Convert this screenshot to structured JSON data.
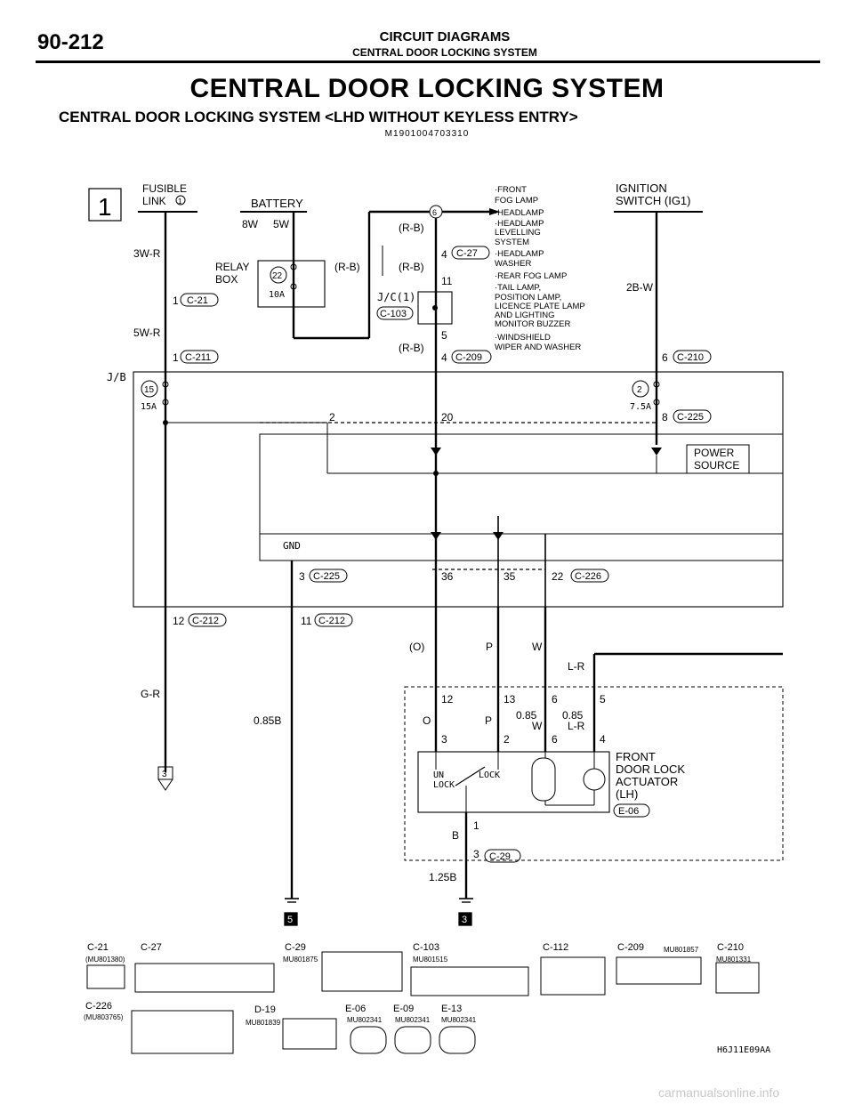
{
  "header": {
    "page_number": "90-212",
    "section": "CIRCUIT DIAGRAMS",
    "subsection": "CENTRAL DOOR LOCKING SYSTEM"
  },
  "title": "CENTRAL DOOR LOCKING SYSTEM",
  "subtitle": "CENTRAL DOOR LOCKING SYSTEM <LHD WITHOUT KEYLESS ENTRY>",
  "doc_code": "M1901004703310",
  "sheet_number": "1",
  "labels": {
    "fusible_link": [
      "FUSIBLE",
      "LINK"
    ],
    "fusible_link_no": "1",
    "battery": "BATTERY",
    "relay_box": [
      "RELAY",
      "BOX"
    ],
    "fuse22": "22",
    "fuse22_rating": "10A",
    "ignition": [
      "IGNITION",
      "SWITCH (IG1)"
    ],
    "jb": "J/B",
    "fuse15": "15",
    "fuse15_rating": "15A",
    "fuse2": "2",
    "fuse2_rating": "7.5A",
    "power_source": [
      "POWER",
      "SOURCE"
    ],
    "gnd": "GND",
    "jc": "J/C(1)",
    "actuator": [
      "FRONT",
      "DOOR LOCK",
      "ACTUATOR",
      "(LH)"
    ],
    "unlock": [
      "UN",
      "LOCK"
    ],
    "lock": "LOCK",
    "ground_a": "5",
    "ground_b": "3",
    "connector_ref": "3",
    "figure_code": "H6J11E09AA"
  },
  "loads": [
    "·FRONT",
    "  FOG LAMP",
    "·HEADLAMP",
    "·HEADLAMP",
    "  LEVELLING",
    "  SYSTEM",
    "·HEADLAMP",
    "  WASHER",
    "·REAR FOG LAMP",
    "·TAIL LAMP,",
    "  POSITION LAMP,",
    "  LICENCE PLATE LAMP",
    "  AND LIGHTING",
    "  MONITOR BUZZER",
    "·WINDSHIELD",
    "  WIPER AND WASHER"
  ],
  "wires": {
    "w3WR": "3W-R",
    "w5WR": "5W-R",
    "w8W": "8W",
    "w5W": "5W",
    "rb": "(R-B)",
    "w2BW": "2B-W",
    "GR": "G-R",
    "B085": "0.85B",
    "O": "(O)",
    "P": "P",
    "W": "W",
    "LR": "L-R",
    "O2": "O",
    "W085": "0.85",
    "W085b": "W",
    "LR085": "0.85",
    "LR085b": "L-R",
    "B": "B",
    "B125": "1.25B"
  },
  "pins": {
    "p1a": "1",
    "p1b": "1",
    "p4a": "4",
    "p11": "11",
    "p5": "5",
    "p4b": "4",
    "p6a": "6",
    "p2": "2",
    "p20": "20",
    "p8": "8",
    "p3": "3",
    "p36": "36",
    "p35": "35",
    "p22": "22",
    "p12a": "12",
    "p11b": "11",
    "p12": "12",
    "p13": "13",
    "p6b": "6",
    "p5b": "5",
    "p3b": "3",
    "p2b": "2",
    "p6c": "6",
    "p4c": "4",
    "p1c": "1",
    "p3c": "3",
    "p6node": "6"
  },
  "connectors": {
    "C21": "C-21",
    "C211": "C-211",
    "C27": "C-27",
    "C103": "C-103",
    "C209": "C-209",
    "C210": "C-210",
    "C225": "C-225",
    "C225b": "C-225",
    "C226": "C-226",
    "C212": "C-212",
    "C212b": "C-212",
    "E06": "E-06",
    "C29": "C-29"
  },
  "legend": [
    {
      "name": "C-21",
      "part": "(MU801380)"
    },
    {
      "name": "C-27",
      "part": ""
    },
    {
      "name": "C-29",
      "part": "MU801875"
    },
    {
      "name": "C-103",
      "part": "MU801515"
    },
    {
      "name": "C-112",
      "part": ""
    },
    {
      "name": "C-209",
      "part": "MU801857"
    },
    {
      "name": "C-210",
      "part": "MU801331"
    },
    {
      "name": "C-226",
      "part": "(MU803765)"
    },
    {
      "name": "D-19",
      "part": "MU801839"
    },
    {
      "name": "E-06",
      "part": "MU802341"
    },
    {
      "name": "E-09",
      "part": "MU802341"
    },
    {
      "name": "E-13",
      "part": "MU802341"
    }
  ],
  "watermark": "carmanualsonline.info"
}
